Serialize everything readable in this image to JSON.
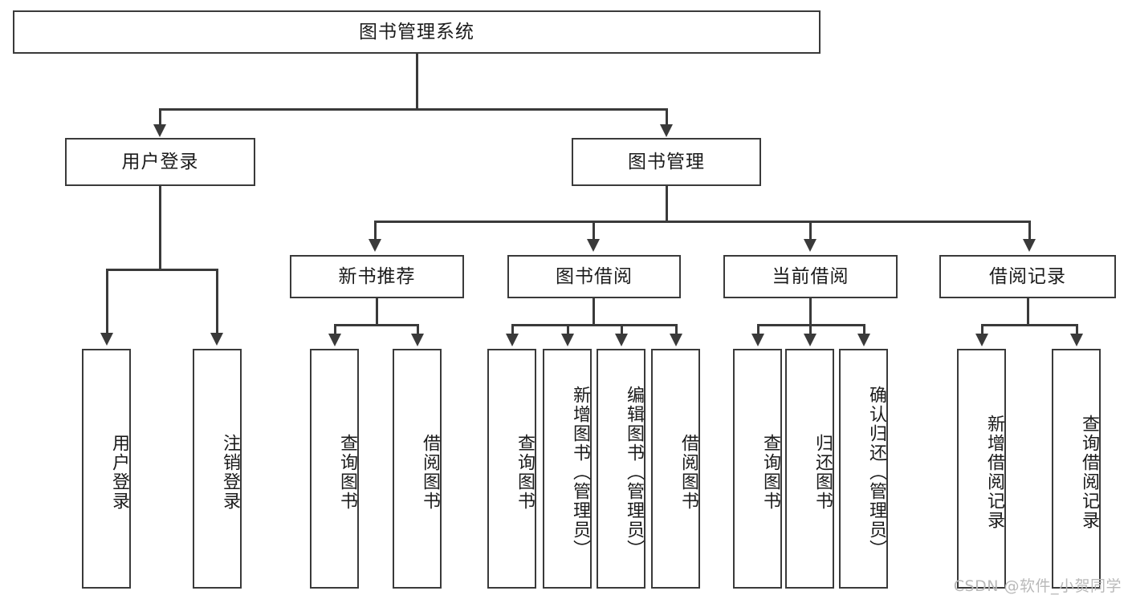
{
  "diagram": {
    "type": "tree",
    "title": "图书管理系统",
    "orientation": "top-down",
    "colors": {
      "background": "#ffffff",
      "box_border": "#3a3a3a",
      "box_fill": "#ffffff",
      "text": "#1b1b1b",
      "connector": "#3a3a3a",
      "watermark": "#b9b9b9"
    }
  },
  "root": {
    "label": "图书管理系统"
  },
  "level1": [
    {
      "label": "用户登录"
    },
    {
      "label": "图书管理"
    }
  ],
  "level2": [
    {
      "label": "新书推荐"
    },
    {
      "label": "图书借阅"
    },
    {
      "label": "当前借阅"
    },
    {
      "label": "借阅记录"
    }
  ],
  "leaves": {
    "user_login": [
      {
        "label": "用户登录"
      },
      {
        "label": "注销登录"
      }
    ],
    "new_book_recommend": [
      {
        "label": "查询图书"
      },
      {
        "label": "借阅图书"
      }
    ],
    "book_borrow": [
      {
        "label": "查询图书"
      },
      {
        "label": "新增图书（管理员）"
      },
      {
        "label": "编辑图书（管理员）"
      },
      {
        "label": "借阅图书"
      }
    ],
    "current_borrow": [
      {
        "label": "查询图书"
      },
      {
        "label": "归还图书"
      },
      {
        "label": "确认归还（管理员）"
      }
    ],
    "borrow_record": [
      {
        "label": "新增借阅记录"
      },
      {
        "label": "查询借阅记录"
      }
    ]
  },
  "watermark": {
    "text": "CSDN @软件_小贺同学"
  }
}
